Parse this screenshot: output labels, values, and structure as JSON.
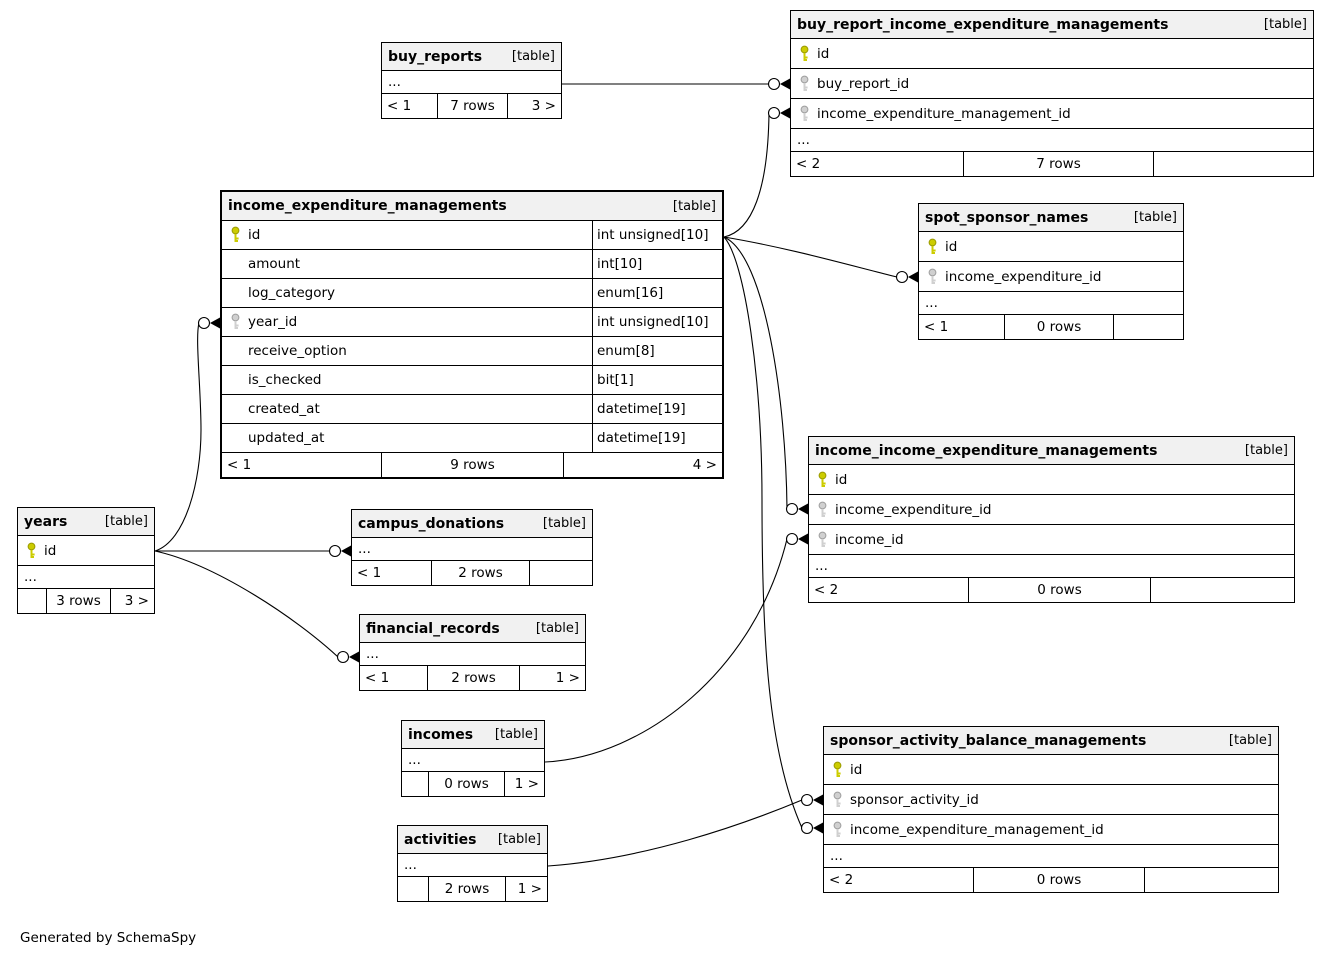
{
  "generator_note": "Generated by SchemaSpy",
  "key_colors": {
    "primary": "#cccc00",
    "foreign": "#d0d0d0"
  },
  "tables": [
    {
      "name": "buy_reports",
      "tag": "[table]",
      "columns": [],
      "more": "...",
      "footer": {
        "left": "< 1",
        "center": "7 rows",
        "right": "3 >"
      }
    },
    {
      "name": "buy_report_income_expenditure_managements",
      "tag": "[table]",
      "columns": [
        {
          "key": "primary",
          "name": "id"
        },
        {
          "key": "foreign",
          "name": "buy_report_id"
        },
        {
          "key": "foreign",
          "name": "income_expenditure_management_id"
        }
      ],
      "more": "...",
      "footer": {
        "left": "< 2",
        "center": "7 rows",
        "right": ""
      }
    },
    {
      "name": "income_expenditure_managements",
      "tag": "[table]",
      "columns": [
        {
          "key": "primary",
          "name": "id",
          "type": "int unsigned[10]"
        },
        {
          "key": "",
          "name": "amount",
          "type": "int[10]"
        },
        {
          "key": "",
          "name": "log_category",
          "type": "enum[16]"
        },
        {
          "key": "foreign",
          "name": "year_id",
          "type": "int unsigned[10]"
        },
        {
          "key": "",
          "name": "receive_option",
          "type": "enum[8]"
        },
        {
          "key": "",
          "name": "is_checked",
          "type": "bit[1]"
        },
        {
          "key": "",
          "name": "created_at",
          "type": "datetime[19]"
        },
        {
          "key": "",
          "name": "updated_at",
          "type": "datetime[19]"
        }
      ],
      "footer": {
        "left": "< 1",
        "center": "9 rows",
        "right": "4 >"
      }
    },
    {
      "name": "spot_sponsor_names",
      "tag": "[table]",
      "columns": [
        {
          "key": "primary",
          "name": "id"
        },
        {
          "key": "foreign",
          "name": "income_expenditure_id"
        }
      ],
      "more": "...",
      "footer": {
        "left": "< 1",
        "center": "0 rows",
        "right": ""
      }
    },
    {
      "name": "income_income_expenditure_managements",
      "tag": "[table]",
      "columns": [
        {
          "key": "primary",
          "name": "id"
        },
        {
          "key": "foreign",
          "name": "income_expenditure_id"
        },
        {
          "key": "foreign",
          "name": "income_id"
        }
      ],
      "more": "...",
      "footer": {
        "left": "< 2",
        "center": "0 rows",
        "right": ""
      }
    },
    {
      "name": "years",
      "tag": "[table]",
      "columns": [
        {
          "key": "primary",
          "name": "id"
        }
      ],
      "more": "...",
      "footer": {
        "left": "",
        "center": "3 rows",
        "right": "3 >"
      }
    },
    {
      "name": "campus_donations",
      "tag": "[table]",
      "columns": [],
      "more": "...",
      "footer": {
        "left": "< 1",
        "center": "2 rows",
        "right": ""
      }
    },
    {
      "name": "financial_records",
      "tag": "[table]",
      "columns": [],
      "more": "...",
      "footer": {
        "left": "< 1",
        "center": "2 rows",
        "right": "1 >"
      }
    },
    {
      "name": "incomes",
      "tag": "[table]",
      "columns": [],
      "more": "...",
      "footer": {
        "left": "",
        "center": "0 rows",
        "right": "1 >"
      }
    },
    {
      "name": "activities",
      "tag": "[table]",
      "columns": [],
      "more": "...",
      "footer": {
        "left": "",
        "center": "2 rows",
        "right": "1 >"
      }
    },
    {
      "name": "sponsor_activity_balance_managements",
      "tag": "[table]",
      "columns": [
        {
          "key": "primary",
          "name": "id"
        },
        {
          "key": "foreign",
          "name": "sponsor_activity_id"
        },
        {
          "key": "foreign",
          "name": "income_expenditure_management_id"
        }
      ],
      "more": "...",
      "footer": {
        "left": "< 2",
        "center": "0 rows",
        "right": ""
      }
    }
  ],
  "relations": [
    {
      "from": "buy_reports",
      "to": "buy_report_income_expenditure_managements.buy_report_id"
    },
    {
      "from": "income_expenditure_managements.id",
      "to": "buy_report_income_expenditure_managements.income_expenditure_management_id"
    },
    {
      "from": "income_expenditure_managements.id",
      "to": "spot_sponsor_names.income_expenditure_id"
    },
    {
      "from": "income_expenditure_managements.id",
      "to": "income_income_expenditure_managements.income_expenditure_id"
    },
    {
      "from": "income_expenditure_managements.id",
      "to": "sponsor_activity_balance_managements.income_expenditure_management_id"
    },
    {
      "from": "years.id",
      "to": "income_expenditure_managements.year_id"
    },
    {
      "from": "years.id",
      "to": "campus_donations"
    },
    {
      "from": "years.id",
      "to": "financial_records"
    },
    {
      "from": "incomes",
      "to": "income_income_expenditure_managements.income_id"
    },
    {
      "from": "activities",
      "to": "sponsor_activity_balance_managements.sponsor_activity_id"
    }
  ]
}
